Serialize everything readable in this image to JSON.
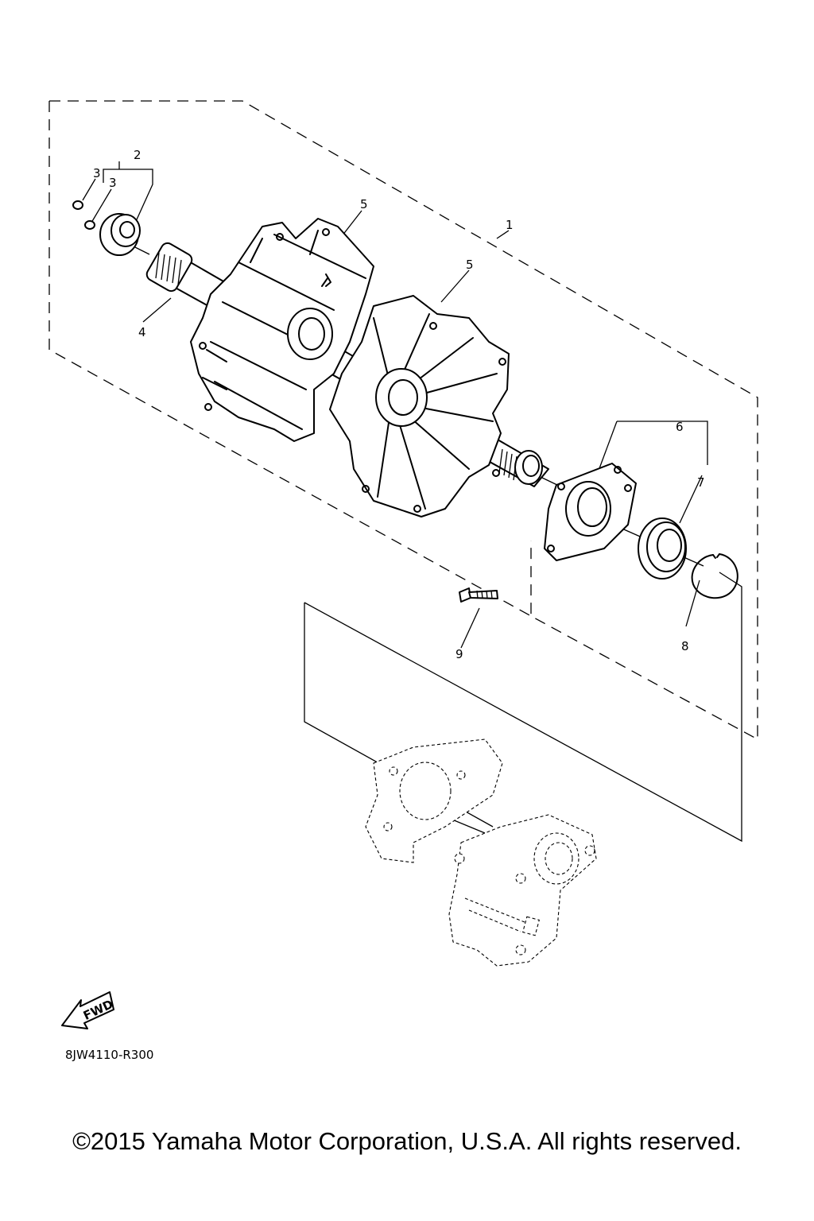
{
  "callouts": {
    "c1": "1",
    "c2": "2",
    "c3a": "3",
    "c3b": "3",
    "c4": "4",
    "c5a": "5",
    "c5b": "5",
    "c6": "6",
    "c7": "7",
    "c8": "8",
    "c9": "9"
  },
  "fwd_label": "FWD",
  "diagram_code": "8JW4110-R300",
  "copyright": "©2015 Yamaha Motor Corporation, U.S.A. All rights reserved."
}
